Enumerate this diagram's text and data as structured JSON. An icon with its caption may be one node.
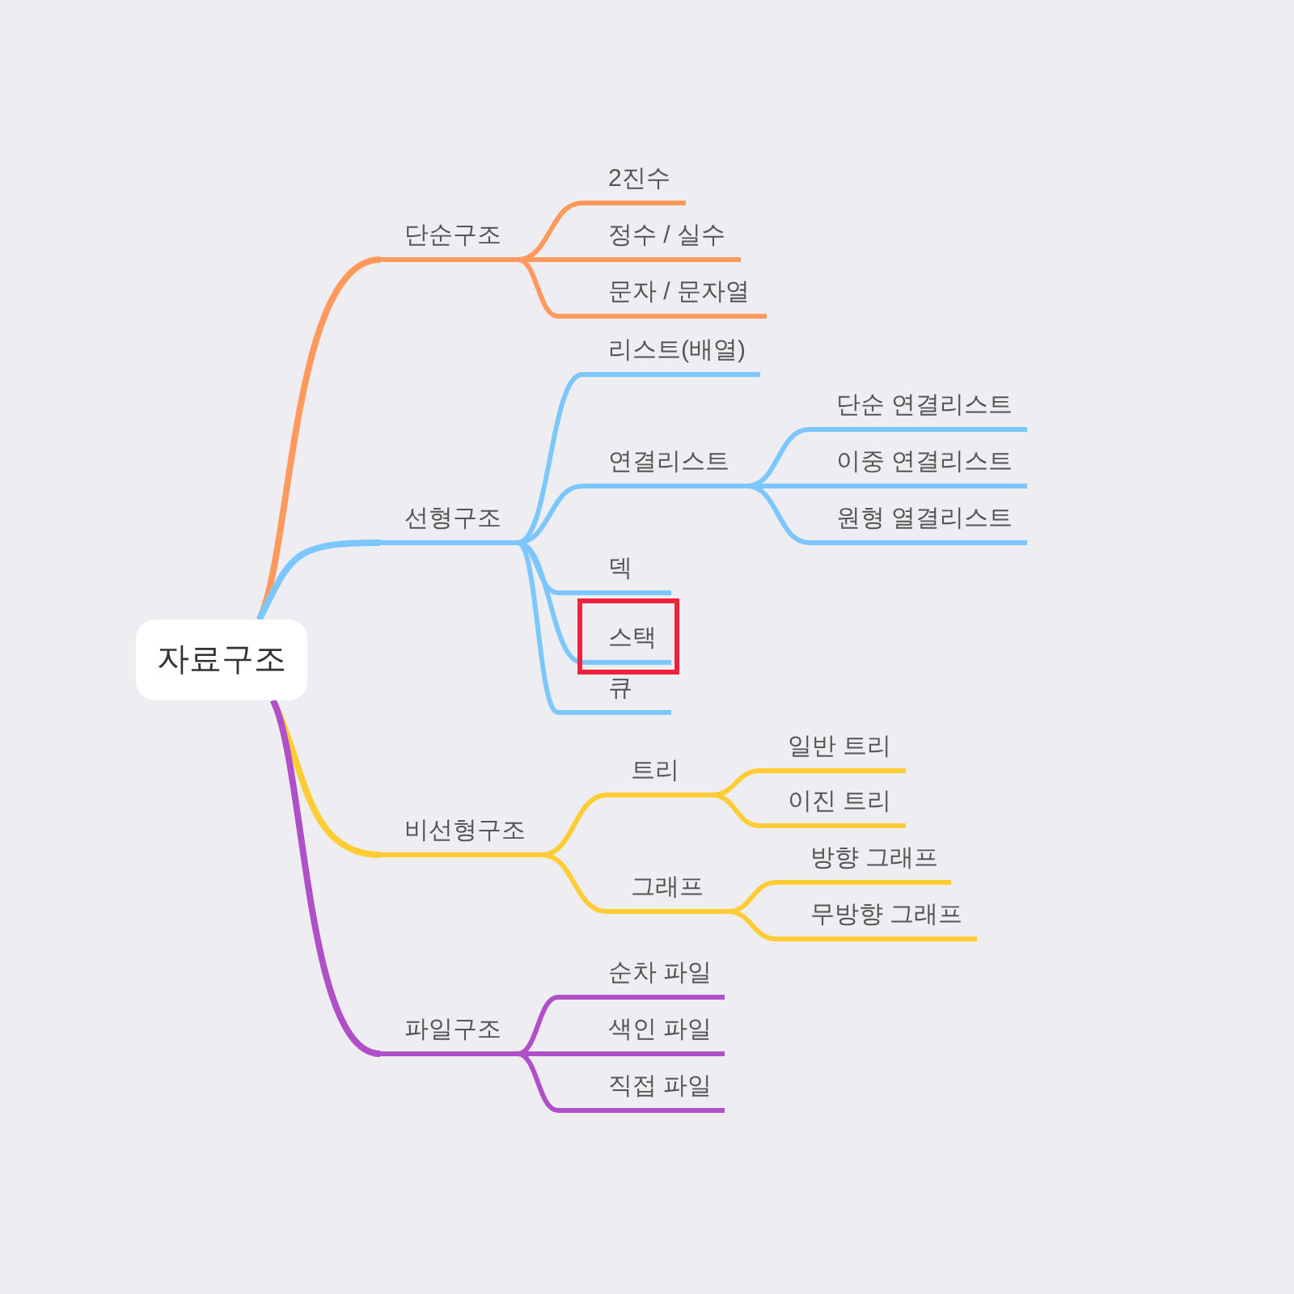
{
  "diagram": {
    "nodes": [
      {
        "text": [
          "자료구조"
        ]
      },
      {
        "text": [
          "단순구조"
        ]
      },
      {
        "text": [
          "2진수"
        ]
      },
      {
        "text": [
          "정수 / 실수"
        ]
      },
      {
        "text": [
          "문자 / 문자열"
        ]
      },
      {
        "text": [
          "선형구조"
        ]
      },
      {
        "text": [
          "리스트(배열)"
        ]
      },
      {
        "text": [
          "연결리스트"
        ]
      },
      {
        "text": [
          "단순 연결리스트"
        ]
      },
      {
        "text": [
          "이중 연결리스트"
        ]
      },
      {
        "text": [
          "원형 열결리스트"
        ]
      },
      {
        "text": [
          "덱"
        ]
      },
      {
        "text": [],
        "shape": "box"
      },
      {
        "text": [
          "스택"
        ],
        "in": 12
      },
      {
        "text": [
          "큐"
        ]
      },
      {
        "text": [
          "비선형구조"
        ]
      },
      {
        "text": [
          "트리"
        ]
      },
      {
        "text": [
          "일반 트리"
        ]
      },
      {
        "text": [
          "이진 트리"
        ]
      },
      {
        "text": [
          "그래프"
        ]
      },
      {
        "text": [
          "방향 그래프"
        ]
      },
      {
        "text": [
          "무방향 그래프"
        ]
      },
      {
        "text": [
          "파일구조"
        ]
      },
      {
        "text": [
          "순차 파일"
        ]
      },
      {
        "text": [
          "색인 파일"
        ]
      },
      {
        "text": [
          "직접 파일"
        ]
      }
    ],
    "edges": [
      {
        "from": 0,
        "to": 1,
        "arrow": "none",
        "color": "#ff9a5c"
      },
      {
        "from": 1,
        "to": 2,
        "arrow": "none",
        "color": "#ff9a5c"
      },
      {
        "from": 1,
        "to": 3,
        "arrow": "none",
        "color": "#ff9a5c"
      },
      {
        "from": 1,
        "to": 4,
        "arrow": "none",
        "color": "#ff9a5c"
      },
      {
        "from": 0,
        "to": 5,
        "arrow": "none",
        "color": "#7cc7ff"
      },
      {
        "from": 5,
        "to": 6,
        "arrow": "none",
        "color": "#7cc7ff"
      },
      {
        "from": 5,
        "to": 7,
        "arrow": "none",
        "color": "#7cc7ff"
      },
      {
        "from": 7,
        "to": 8,
        "arrow": "none",
        "color": "#7cc7ff"
      },
      {
        "from": 7,
        "to": 9,
        "arrow": "none",
        "color": "#7cc7ff"
      },
      {
        "from": 7,
        "to": 10,
        "arrow": "none",
        "color": "#7cc7ff"
      },
      {
        "from": 5,
        "to": 11,
        "arrow": "none",
        "color": "#7cc7ff"
      },
      {
        "from": 5,
        "to": 13,
        "arrow": "none",
        "color": "#7cc7ff"
      },
      {
        "from": 5,
        "to": 14,
        "arrow": "none",
        "color": "#7cc7ff"
      },
      {
        "from": 0,
        "to": 15,
        "arrow": "none",
        "color": "#ffcc33"
      },
      {
        "from": 15,
        "to": 16,
        "arrow": "none",
        "color": "#ffcc33"
      },
      {
        "from": 16,
        "to": 17,
        "arrow": "none",
        "color": "#ffcc33"
      },
      {
        "from": 16,
        "to": 18,
        "arrow": "none",
        "color": "#ffcc33"
      },
      {
        "from": 15,
        "to": 19,
        "arrow": "none",
        "color": "#ffcc33"
      },
      {
        "from": 19,
        "to": 20,
        "arrow": "none",
        "color": "#ffcc33"
      },
      {
        "from": 19,
        "to": 21,
        "arrow": "none",
        "color": "#ffcc33"
      },
      {
        "from": 0,
        "to": 22,
        "arrow": "none",
        "color": "#b050c8"
      },
      {
        "from": 22,
        "to": 23,
        "arrow": "none",
        "color": "#b050c8"
      },
      {
        "from": 22,
        "to": 24,
        "arrow": "none",
        "color": "#b050c8"
      },
      {
        "from": 22,
        "to": 25,
        "arrow": "none",
        "color": "#b050c8"
      }
    ]
  }
}
